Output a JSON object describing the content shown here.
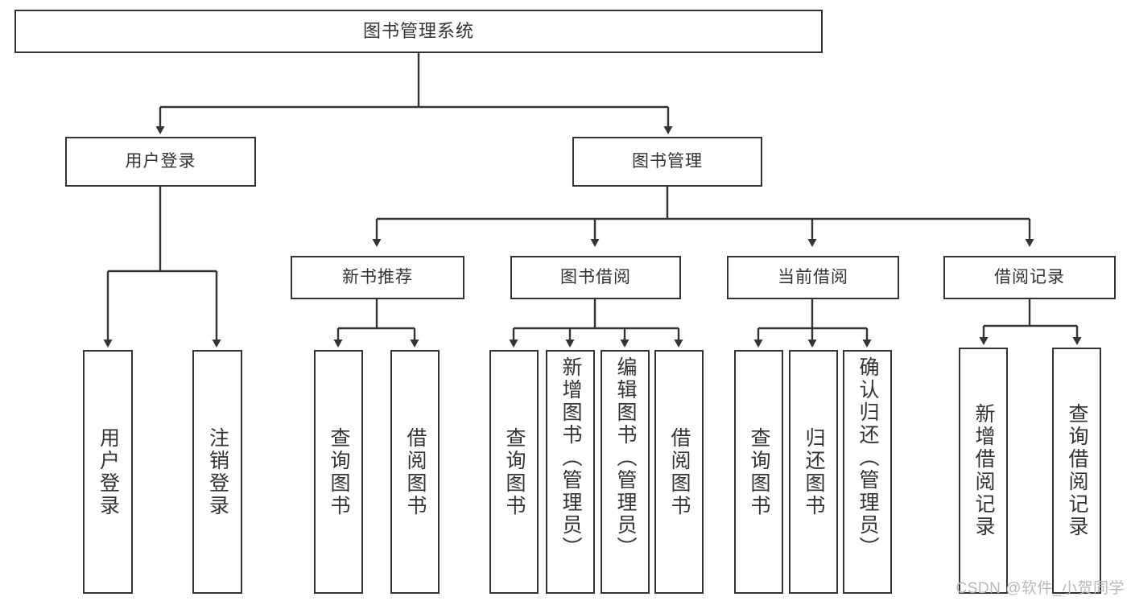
{
  "diagram": {
    "title": "图书管理系统",
    "type": "tree",
    "root": {
      "id": "root",
      "label": "图书管理系统"
    },
    "level2": [
      {
        "id": "user-login",
        "label": "用户登录"
      },
      {
        "id": "book-manage",
        "label": "图书管理"
      }
    ],
    "level3": [
      {
        "id": "new-book-recommend",
        "label": "新书推荐",
        "parent": "book-manage"
      },
      {
        "id": "book-borrow",
        "label": "图书借阅",
        "parent": "book-manage"
      },
      {
        "id": "current-borrow",
        "label": "当前借阅",
        "parent": "book-manage"
      },
      {
        "id": "borrow-record",
        "label": "借阅记录",
        "parent": "book-manage"
      }
    ],
    "leaves": {
      "user-login": [
        {
          "id": "leaf-user-login",
          "label": "用户登录"
        },
        {
          "id": "leaf-user-logout",
          "label": "注销登录"
        }
      ],
      "new-book-recommend": [
        {
          "id": "leaf-query-book-1",
          "label": "查询图书"
        },
        {
          "id": "leaf-borrow-book-1",
          "label": "借阅图书"
        }
      ],
      "book-borrow": [
        {
          "id": "leaf-query-book-2",
          "label": "查询图书"
        },
        {
          "id": "leaf-add-book",
          "label": "新增图书（管理员）"
        },
        {
          "id": "leaf-edit-book",
          "label": "编辑图书（管理员）"
        },
        {
          "id": "leaf-borrow-book-2",
          "label": "借阅图书"
        }
      ],
      "current-borrow": [
        {
          "id": "leaf-query-book-3",
          "label": "查询图书"
        },
        {
          "id": "leaf-return-book",
          "label": "归还图书"
        },
        {
          "id": "leaf-confirm-return",
          "label": "确认归还（管理员）"
        }
      ],
      "borrow-record": [
        {
          "id": "leaf-add-record",
          "label": "新增借阅记录"
        },
        {
          "id": "leaf-query-record",
          "label": "查询借阅记录"
        }
      ]
    }
  },
  "colors": {
    "stroke": "#333333",
    "fill": "#ffffff",
    "text": "#333333",
    "watermark": "#b9b9b9"
  },
  "watermark": {
    "text": "CSDN @软件_小贺同学"
  }
}
